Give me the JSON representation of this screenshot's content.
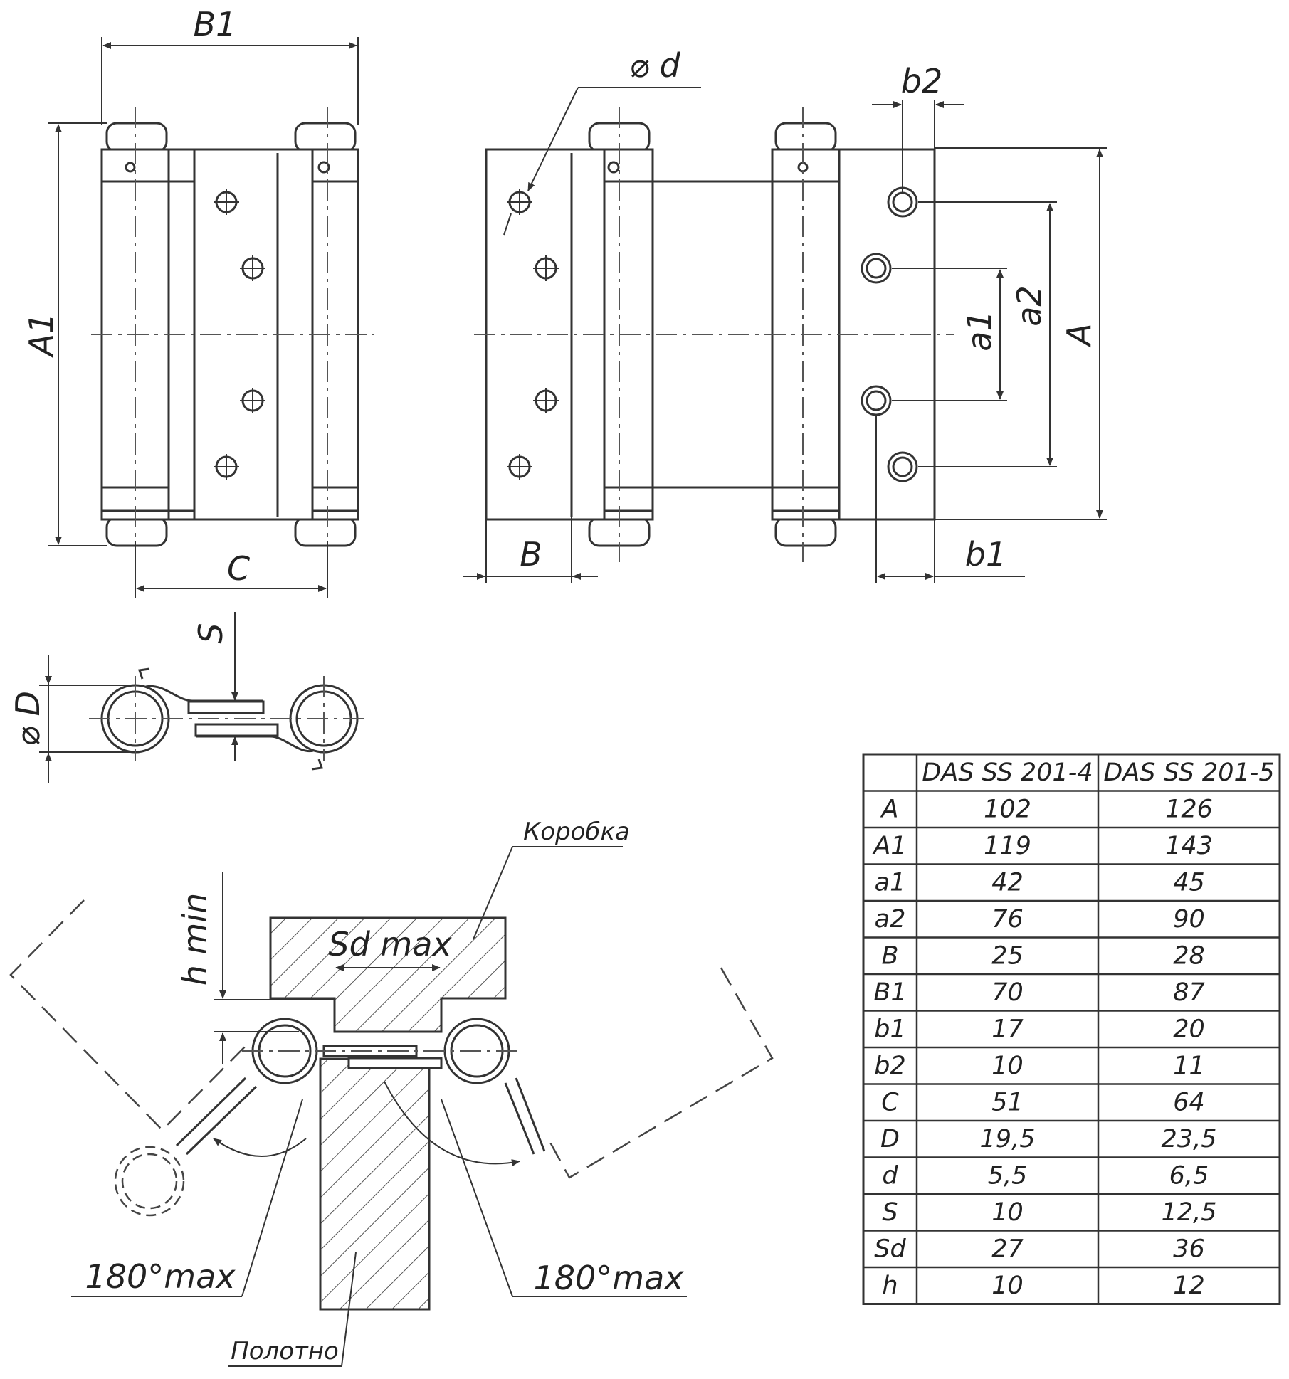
{
  "labels": {
    "B1": "B1",
    "A1": "A1",
    "C": "C",
    "d": "⌀ d",
    "b2": "b2",
    "B": "B",
    "b1": "b1",
    "a1": "a1",
    "a2": "a2",
    "A": "A",
    "S": "S",
    "D": "⌀ D",
    "korobka": "Коробка",
    "h_min": "h min",
    "sd_max": "Sd max",
    "angle_left": "180°max",
    "angle_right": "180°max",
    "polotno": "Полотно"
  },
  "table": {
    "headers": [
      "",
      "DAS SS 201-4",
      "DAS SS 201-5"
    ],
    "rows": [
      [
        "A",
        "102",
        "126"
      ],
      [
        "A1",
        "119",
        "143"
      ],
      [
        "a1",
        "42",
        "45"
      ],
      [
        "a2",
        "76",
        "90"
      ],
      [
        "B",
        "25",
        "28"
      ],
      [
        "B1",
        "70",
        "87"
      ],
      [
        "b1",
        "17",
        "20"
      ],
      [
        "b2",
        "10",
        "11"
      ],
      [
        "C",
        "51",
        "64"
      ],
      [
        "D",
        "19,5",
        "23,5"
      ],
      [
        "d",
        "5,5",
        "6,5"
      ],
      [
        "S",
        "10",
        "12,5"
      ],
      [
        "Sd",
        "27",
        "36"
      ],
      [
        "h",
        "10",
        "12"
      ]
    ]
  }
}
